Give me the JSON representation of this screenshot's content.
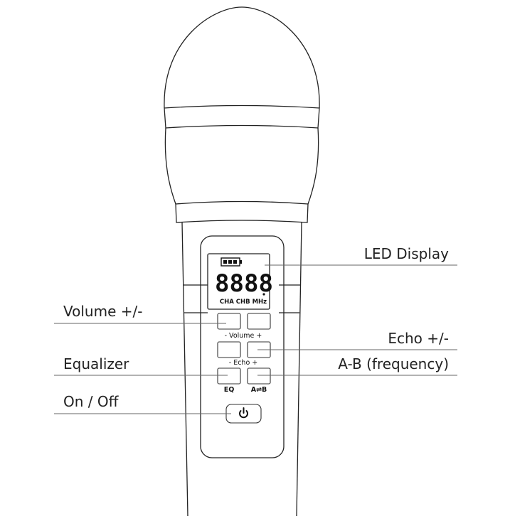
{
  "labels": {
    "led_display": "LED Display",
    "volume": "Volume +/-",
    "echo": "Echo +/-",
    "equalizer": "Equalizer",
    "ab_frequency": "A-B (frequency)",
    "on_off": "On / Off"
  },
  "panel": {
    "digits": "8888",
    "channel_text": "CHA CHB MHz",
    "volume_caption": "- Volume +",
    "echo_caption": "- Echo +",
    "eq_caption": "EQ",
    "ab_caption": "A⇌B"
  },
  "icons": {
    "battery": "battery-icon",
    "power": "power-icon"
  }
}
